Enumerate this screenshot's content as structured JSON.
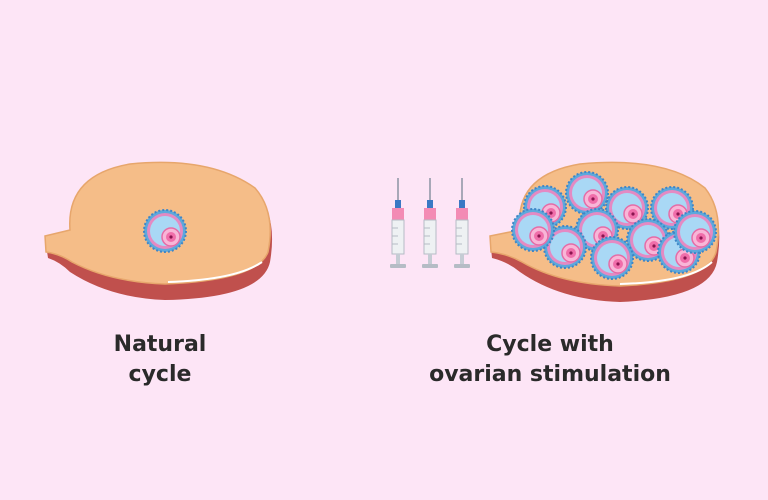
{
  "captions": {
    "natural": {
      "line1": "Natural",
      "line2": "cycle"
    },
    "stimulated": {
      "line1": "Cycle with",
      "line2": "ovarian stimulation"
    }
  },
  "colors": {
    "background": "#fde5f6",
    "ovary_fill": "#f5bd88",
    "ovary_edge": "#c0504d",
    "follicle_granulosa": "#5da9dc",
    "follicle_antrum": "#a9d8f5",
    "oocyte": "#f06eaa"
  },
  "diagram": {
    "natural_follicles": 1,
    "stimulated_follicles": 11,
    "syringes": 3
  }
}
